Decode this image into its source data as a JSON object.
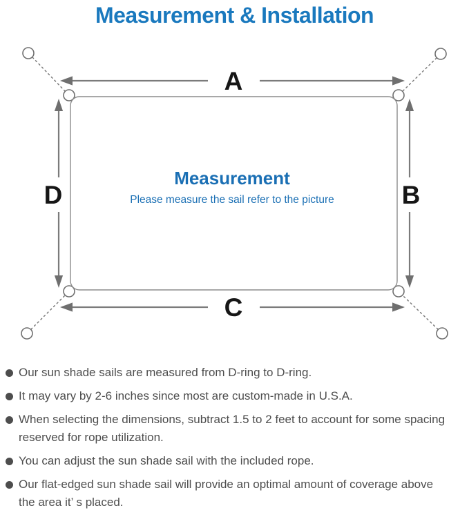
{
  "title": "Measurement & Installation",
  "colors": {
    "accent_blue": "#1a79be",
    "center_blue": "#1a6fb4",
    "line_gray": "#7b7b7b",
    "arrow_gray": "#6f6f6f",
    "label_black": "#161616",
    "note_gray": "#4d4d4d"
  },
  "diagram": {
    "dimension_labels": {
      "top": "A",
      "right": "B",
      "bottom": "C",
      "left": "D"
    },
    "center_title": "Measurement",
    "center_subtitle": "Please measure the sail refer to the picture"
  },
  "notes": {
    "items": [
      {
        "lines": [
          "Our sun shade sails are measured from D-ring to D-ring."
        ]
      },
      {
        "lines": [
          "It may vary by 2-6 inches since most are custom-made in U.S.A."
        ]
      },
      {
        "lines": [
          "When selecting the dimensions, subtract 1.5 to 2 feet to account for some spacing",
          "reserved for rope utilization."
        ]
      },
      {
        "lines": [
          "You can adjust the sun shade sail with the included rope."
        ]
      },
      {
        "lines": [
          "Our flat-edged sun shade sail will provide an optimal amount of coverage above",
          "the area it’ s placed."
        ]
      }
    ]
  }
}
